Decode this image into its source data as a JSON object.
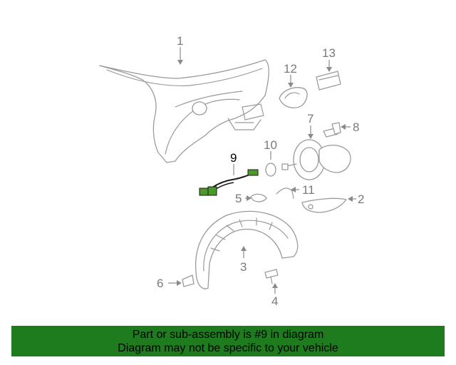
{
  "diagram": {
    "callouts": {
      "c1": "1",
      "c2": "2",
      "c3": "3",
      "c4": "4",
      "c5": "5",
      "c6": "6",
      "c7": "7",
      "c8": "8",
      "c9": "9",
      "c10": "10",
      "c11": "11",
      "c12": "12",
      "c13": "13"
    },
    "highlight_callout": "9",
    "highlight_color": "#3f8f1f"
  },
  "banner": {
    "line1": "Part or sub-assembly is #9 in diagram",
    "line2": "Diagram may not be specific to your vehicle",
    "background": "#1e7b1e"
  }
}
